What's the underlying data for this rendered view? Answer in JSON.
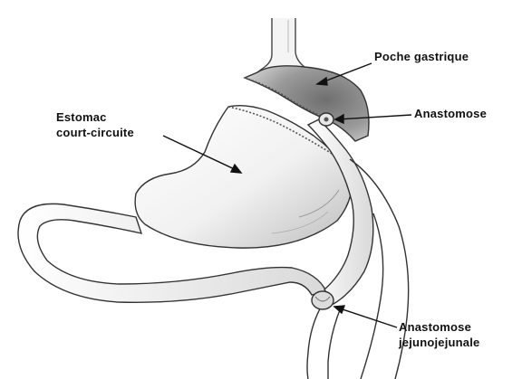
{
  "labels": {
    "poche_gastrique": "Poche gastrique",
    "anastomose": "Anastomose",
    "estomac_line1": "Estomac",
    "estomac_line2": "court-circuite",
    "anastomose_jejuno_line1": "Anastomose",
    "anastomose_jejuno_line2": "jejunojejunale"
  }
}
